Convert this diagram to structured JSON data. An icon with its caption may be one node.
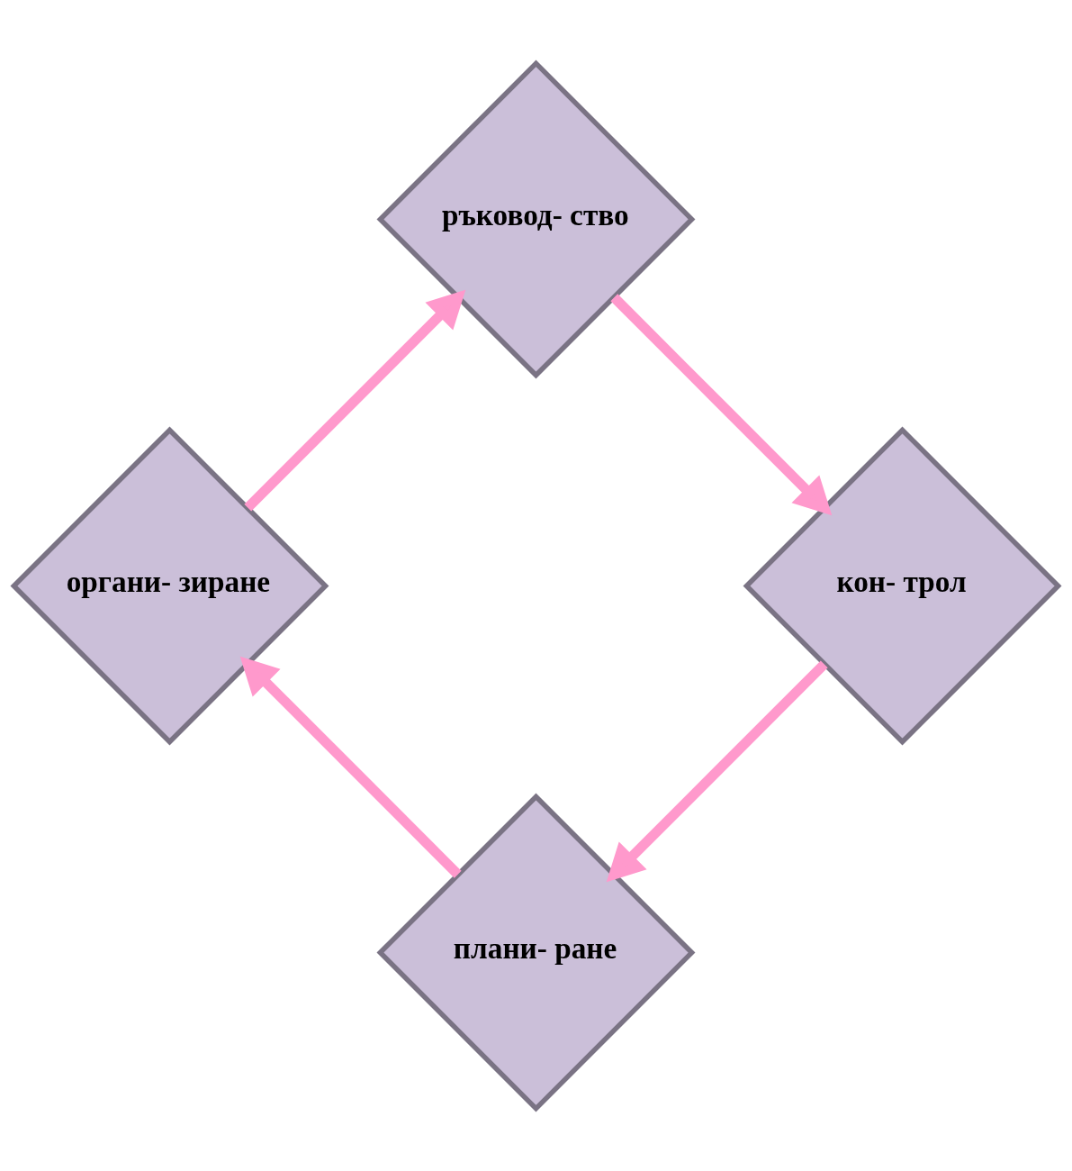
{
  "diagram": {
    "nodes": [
      {
        "text": [
          "плани- ране"
        ]
      },
      {
        "text": [
          "органи- зиране"
        ]
      },
      {
        "text": [
          "ръковод- ство"
        ]
      },
      {
        "text": [
          "кон- трол"
        ]
      }
    ],
    "edges": [
      {
        "from": 0,
        "to": 1,
        "arrow": "to"
      },
      {
        "from": 1,
        "to": 2,
        "arrow": "to"
      },
      {
        "from": 2,
        "to": 3,
        "arrow": "to"
      },
      {
        "from": 3,
        "to": 0,
        "arrow": "to"
      }
    ]
  }
}
